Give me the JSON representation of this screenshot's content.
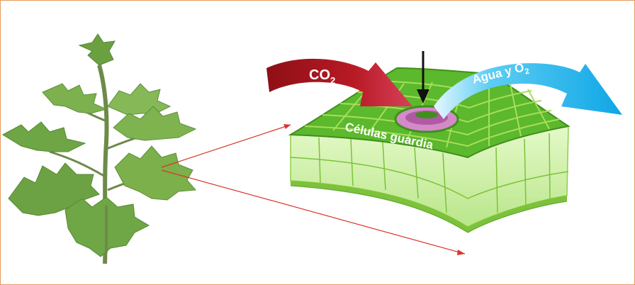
{
  "labels": {
    "co2": "CO",
    "co2_sub": "2",
    "water_o2": "Agua y O",
    "water_o2_sub": "2",
    "guard_cells": "Células guardia"
  },
  "colors": {
    "frame": "#e59a5c",
    "co2_arrow": "#a0141c",
    "water_arrow": "#14aee6",
    "leaf_top": "#5cb82c",
    "leaf_side": "#c9ef9a",
    "pointer_lines": "#d9352a",
    "stoma": "#d48ac8"
  }
}
